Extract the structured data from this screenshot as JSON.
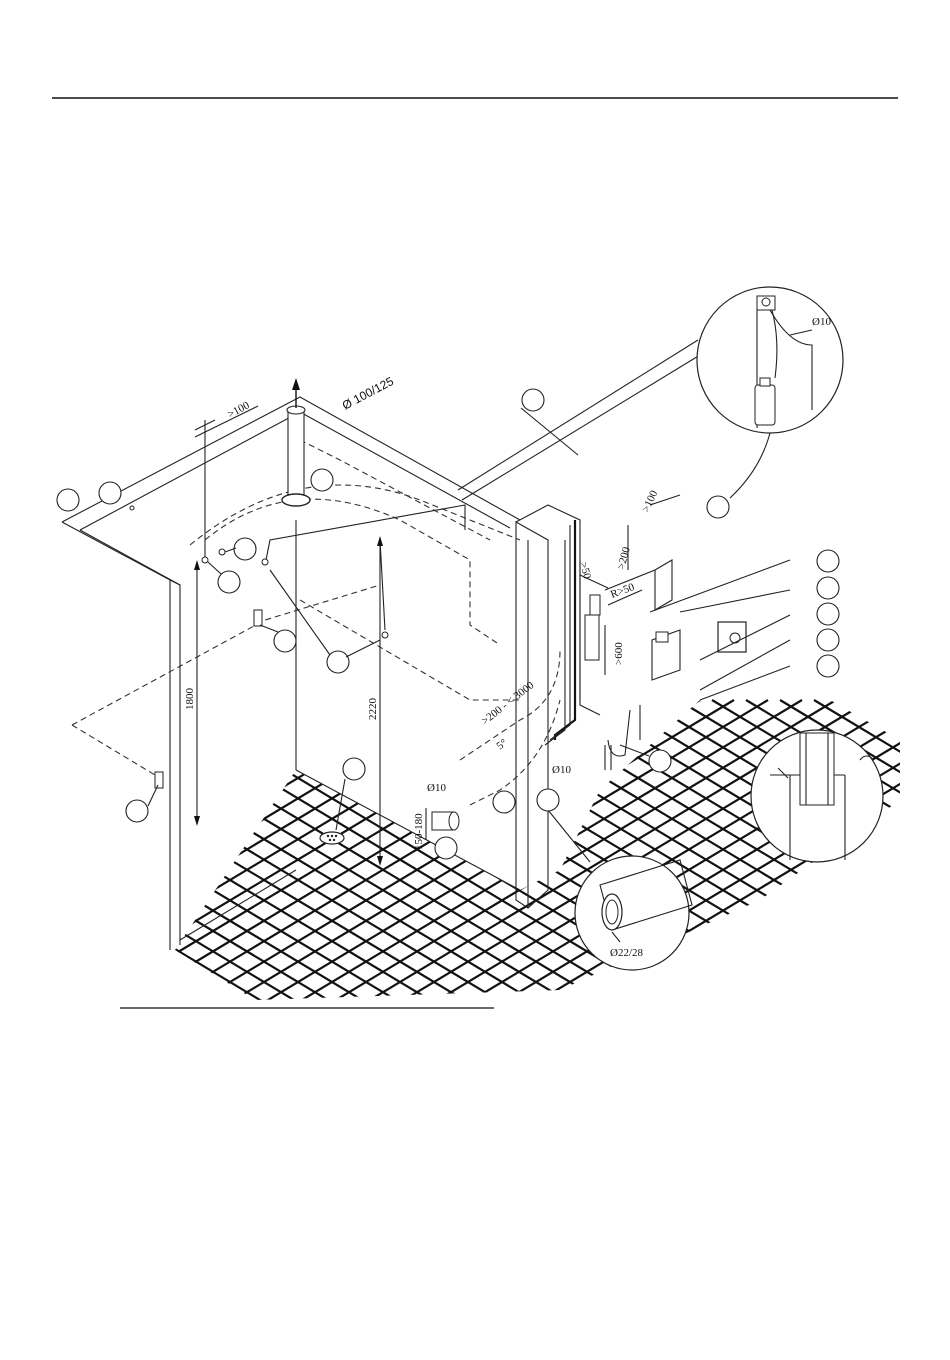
{
  "dimensions": {
    "vent_diameter": "Ø 100/125",
    "ceiling_clearance": ">100",
    "head_height_1800": "1800",
    "head_height_2220": "2220",
    "side_clearance_50": ">50",
    "top_clearance_200": ">200",
    "side_clearance_100": ">100",
    "bend_radius": "R>50",
    "front_clearance_600": ">600",
    "pipe_length": ">200 - < 3000",
    "slope": "5°",
    "tube_diameter_1": "Ø10",
    "tube_diameter_2": "Ø10",
    "tube_diameter_3": "Ø10",
    "outlet_height": "150-180",
    "pipe_diameter": "Ø22/28"
  },
  "detail_views": [
    {
      "name": "tank-detail"
    },
    {
      "name": "pipe-section-detail"
    },
    {
      "name": "drain-seal-detail"
    }
  ],
  "colors": {
    "line": "#222222",
    "background": "#ffffff"
  }
}
